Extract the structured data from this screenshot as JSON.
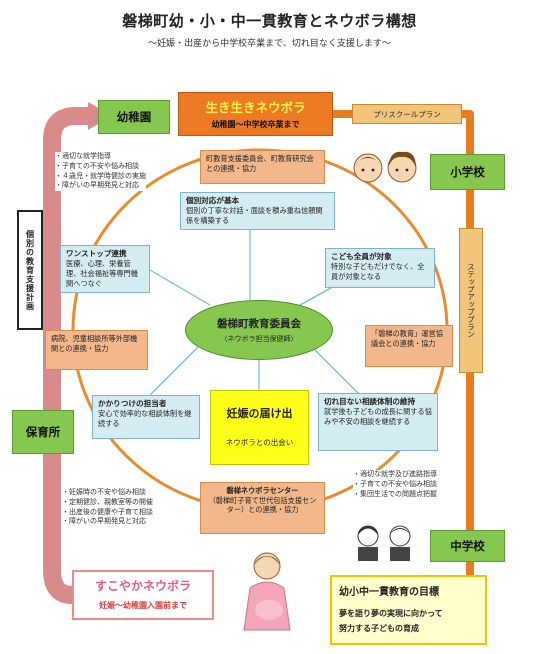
{
  "header": {
    "title": "磐梯町幼・小・中一貫教育とネウボラ構想",
    "subtitle": "～妊娠・出産から中学校卒業まで、切れ目なく支援します～"
  },
  "stages": {
    "kindergarten": "幼稚園",
    "elementary": "小学校",
    "junior_high": "中学校",
    "nursery": "保育所"
  },
  "ikiiki": {
    "title": "生き生きネウボラ",
    "sub": "幼稚園～中学校卒業まで"
  },
  "preschool_plan": "プリスクールプラン",
  "stepup_plan": "ステップアッププラン",
  "individual_plan": "個別の教育支援計画",
  "center": {
    "title": "磐梯町教育委員会",
    "sub": "（ネウボラ担当保健師）"
  },
  "boxes": {
    "liaison": "町教育支援委員会、町教育研究会との連携・協力",
    "individual_hd": "個別対応が基本",
    "individual_body": "個別の丁寧な対話・面談を積み重ね信頼関係を構築する",
    "onestop_hd": "ワンストップ連携",
    "onestop_body": "医療、心理、栄養管理、社会福祉等専門機関へつなぐ",
    "allchildren_hd": "こども全員が対象",
    "allchildren_body": "特別な子どもだけでなく、全員が対象となる",
    "hospital": "病院、児童相談所等外部機関との連携・協力",
    "bandai_edu": "「磐梯の教育」運営協議会との連携・協力",
    "family_hd": "かかりつけの担当者",
    "family_body": "安心で効率的な相談体制を継続する",
    "seamless_hd": "切れ目ない相談体制の維持",
    "seamless_body": "就学後も子どもの成長に関する悩みや不安の相談を継続する",
    "neuvola_center_hd": "磐梯ネウボラセンター",
    "neuvola_center_body": "（磐梯町子育て世代包括支援センター）との連携・協力"
  },
  "ninshin": {
    "title": "妊娠の届け出",
    "sub": "ネウボラとの出会い"
  },
  "notes": {
    "kindergarten": [
      "・適切な就学指導",
      "・子育ての不安や悩み相談",
      "・４歳児・就学時健診の実施",
      "・障がいの早期発見と対応"
    ],
    "junior_high": [
      "・適切な就学及び進路指導",
      "・子育ての不安や悩み相談",
      "・集団生活での問題点把握"
    ],
    "nursery": [
      "・妊娠時の不安や悩み相談",
      "・定期健診、親教室等の開催",
      "・出産後の健康や子育て相談",
      "・障がいの早期発見と対応"
    ]
  },
  "sukoyaka": {
    "title": "すこやかネウボラ",
    "sub": "妊娠～幼稚園入園前まで"
  },
  "goal": {
    "title": "幼小中一貫教育の目標",
    "line1": "夢を語り夢の実現に向かって",
    "line2": "努力する子どもの育成"
  },
  "colors": {
    "green": "#86c84f",
    "orange": "#eb7a22",
    "ring": "#e88a2e",
    "pink_arrow": "#d98a8a"
  }
}
